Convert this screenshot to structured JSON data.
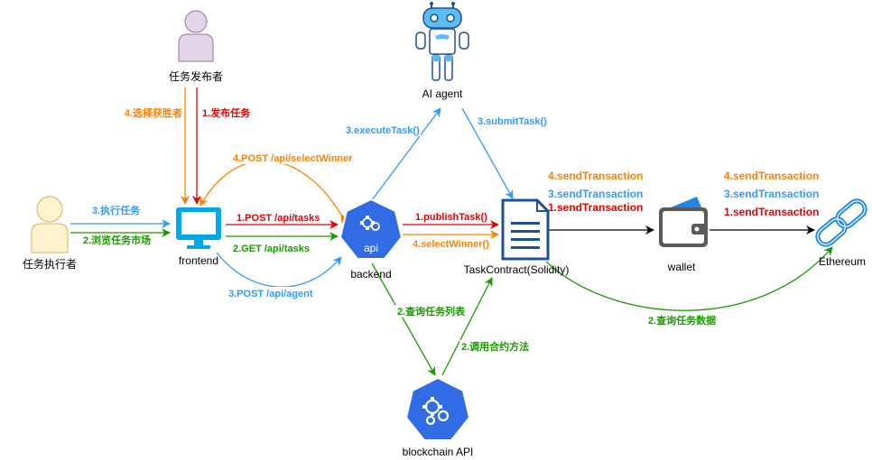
{
  "colors": {
    "red": "#e60000",
    "orange": "#ff8000",
    "blue": "#3399ff",
    "green": "#1a9900",
    "black": "#000000",
    "person_fill": "#e1d5e7",
    "person_stroke": "#9673a6",
    "executor_fill": "#fff2cc",
    "executor_stroke": "#d6b656",
    "k8s_blue": "#326ce5",
    "screen_blue": "#00a8e8",
    "doc_blue": "#1f4e9c",
    "chain_blue": "#1e88e5"
  },
  "nodes": {
    "publisher": {
      "label": "任务发布者",
      "icon": "person-icon"
    },
    "executor": {
      "label": "任务执行者",
      "icon": "person-icon"
    },
    "frontend": {
      "label": "frontend",
      "icon": "monitor-icon"
    },
    "backend": {
      "label": "backend",
      "icon": "kubernetes-api-icon",
      "badge": "api"
    },
    "ai_agent": {
      "label": "AI agent",
      "icon": "robot-icon"
    },
    "contract": {
      "label": "TaskContract(Solidity)",
      "icon": "document-icon"
    },
    "wallet": {
      "label": "wallet",
      "icon": "wallet-icon"
    },
    "ethereum": {
      "label": "Ethereum",
      "icon": "chain-link-icon"
    },
    "blockchain_api": {
      "label": "blockchain API",
      "icon": "kubernetes-api-icon"
    }
  },
  "edges": {
    "select_winner_cn": "4.选择获胜者",
    "publish_task_cn": "1.发布任务",
    "execute_task_cn": "3.执行任务",
    "browse_market_cn": "2.浏览任务市场",
    "post_select_winner": "4.POST /api/selectWinner",
    "post_tasks": "1.POST /api/tasks",
    "get_tasks": "2.GET /api/tasks",
    "post_agent": "3.POST /api/agent",
    "execute_task": "3.executeTask()",
    "submit_task": "3.submitTask()",
    "publish_task": "1.publishTask()",
    "select_winner": "4.selectWinner()",
    "query_task_list": "2.查询任务列表",
    "call_contract": "2.调用合约方法",
    "query_task_data": "2.查询任务数据",
    "wallet_send_4": "4.sendTransaction",
    "wallet_send_3": "3.sendTransaction",
    "wallet_send_1": "1.sendTransaction",
    "eth_send_4": "4.sendTransaction",
    "eth_send_3": "3.sendTransaction",
    "eth_send_1": "1.sendTransaction"
  }
}
